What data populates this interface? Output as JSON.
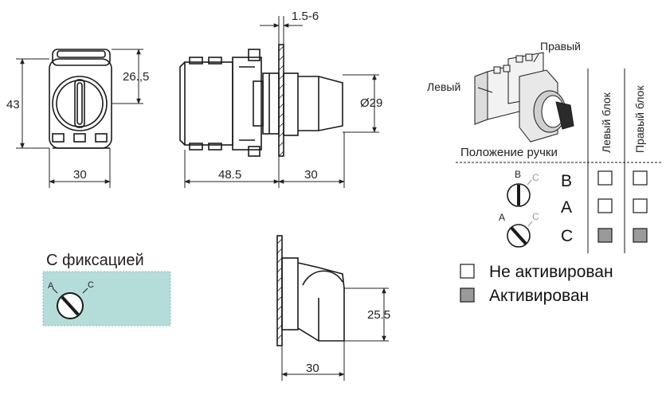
{
  "dims": {
    "height_overall": "43",
    "height_upper": "26.,5",
    "width_front": "30",
    "panel_thickness": "1.5-6",
    "body_depth": "48.5",
    "knob_depth": "30",
    "knob_diameter": "Ø29",
    "knob2_depth": "30",
    "knob2_height": "25.5"
  },
  "labels": {
    "right_block": "Правый",
    "left_block": "Левый",
    "handle_position": "Положение ручки",
    "col_left": "Левый блок",
    "col_right": "Правый блок",
    "fixation_title": "С фиксацией"
  },
  "positions": [
    {
      "name": "B",
      "left": "empty",
      "right": "empty"
    },
    {
      "name": "A",
      "left": "empty",
      "right": "empty"
    },
    {
      "name": "C",
      "left": "filled",
      "right": "filled"
    }
  ],
  "dial_letters": {
    "b": "B",
    "c": "C",
    "a": "A"
  },
  "legend": {
    "inactive": "Не активирован",
    "active": "Активирован"
  },
  "colors": {
    "fixation_bg": "#b4ddd9",
    "active_fill": "#9a9a9a",
    "line": "#1a1a1a"
  }
}
